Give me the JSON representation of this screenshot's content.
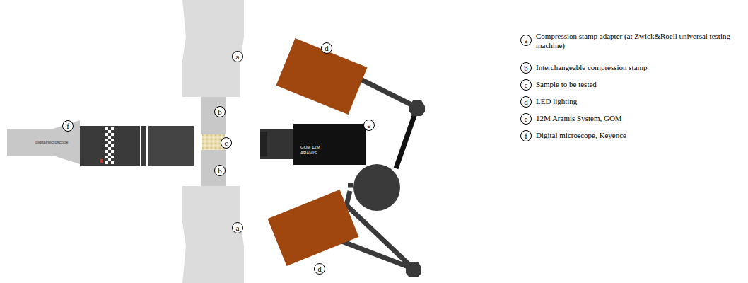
{
  "diagram": {
    "nodes": [
      {
        "text": [
          "digitalmicroscope"
        ]
      },
      {
        "text": [
          "GOM 12M ARAMIS"
        ]
      }
    ],
    "labels": [
      "a",
      "b",
      "c",
      "b",
      "a",
      "d",
      "d",
      "e",
      "f",
      "a",
      "Compression stamp adapter (at Zwick&Roell universal testing machine)",
      "b",
      "Interchangeable compression stamp",
      "c",
      "Sample to be tested",
      "d",
      "LED lighting",
      "e",
      "12M Aramis System, GOM",
      "f",
      "Digital microscope, Keyence"
    ]
  }
}
